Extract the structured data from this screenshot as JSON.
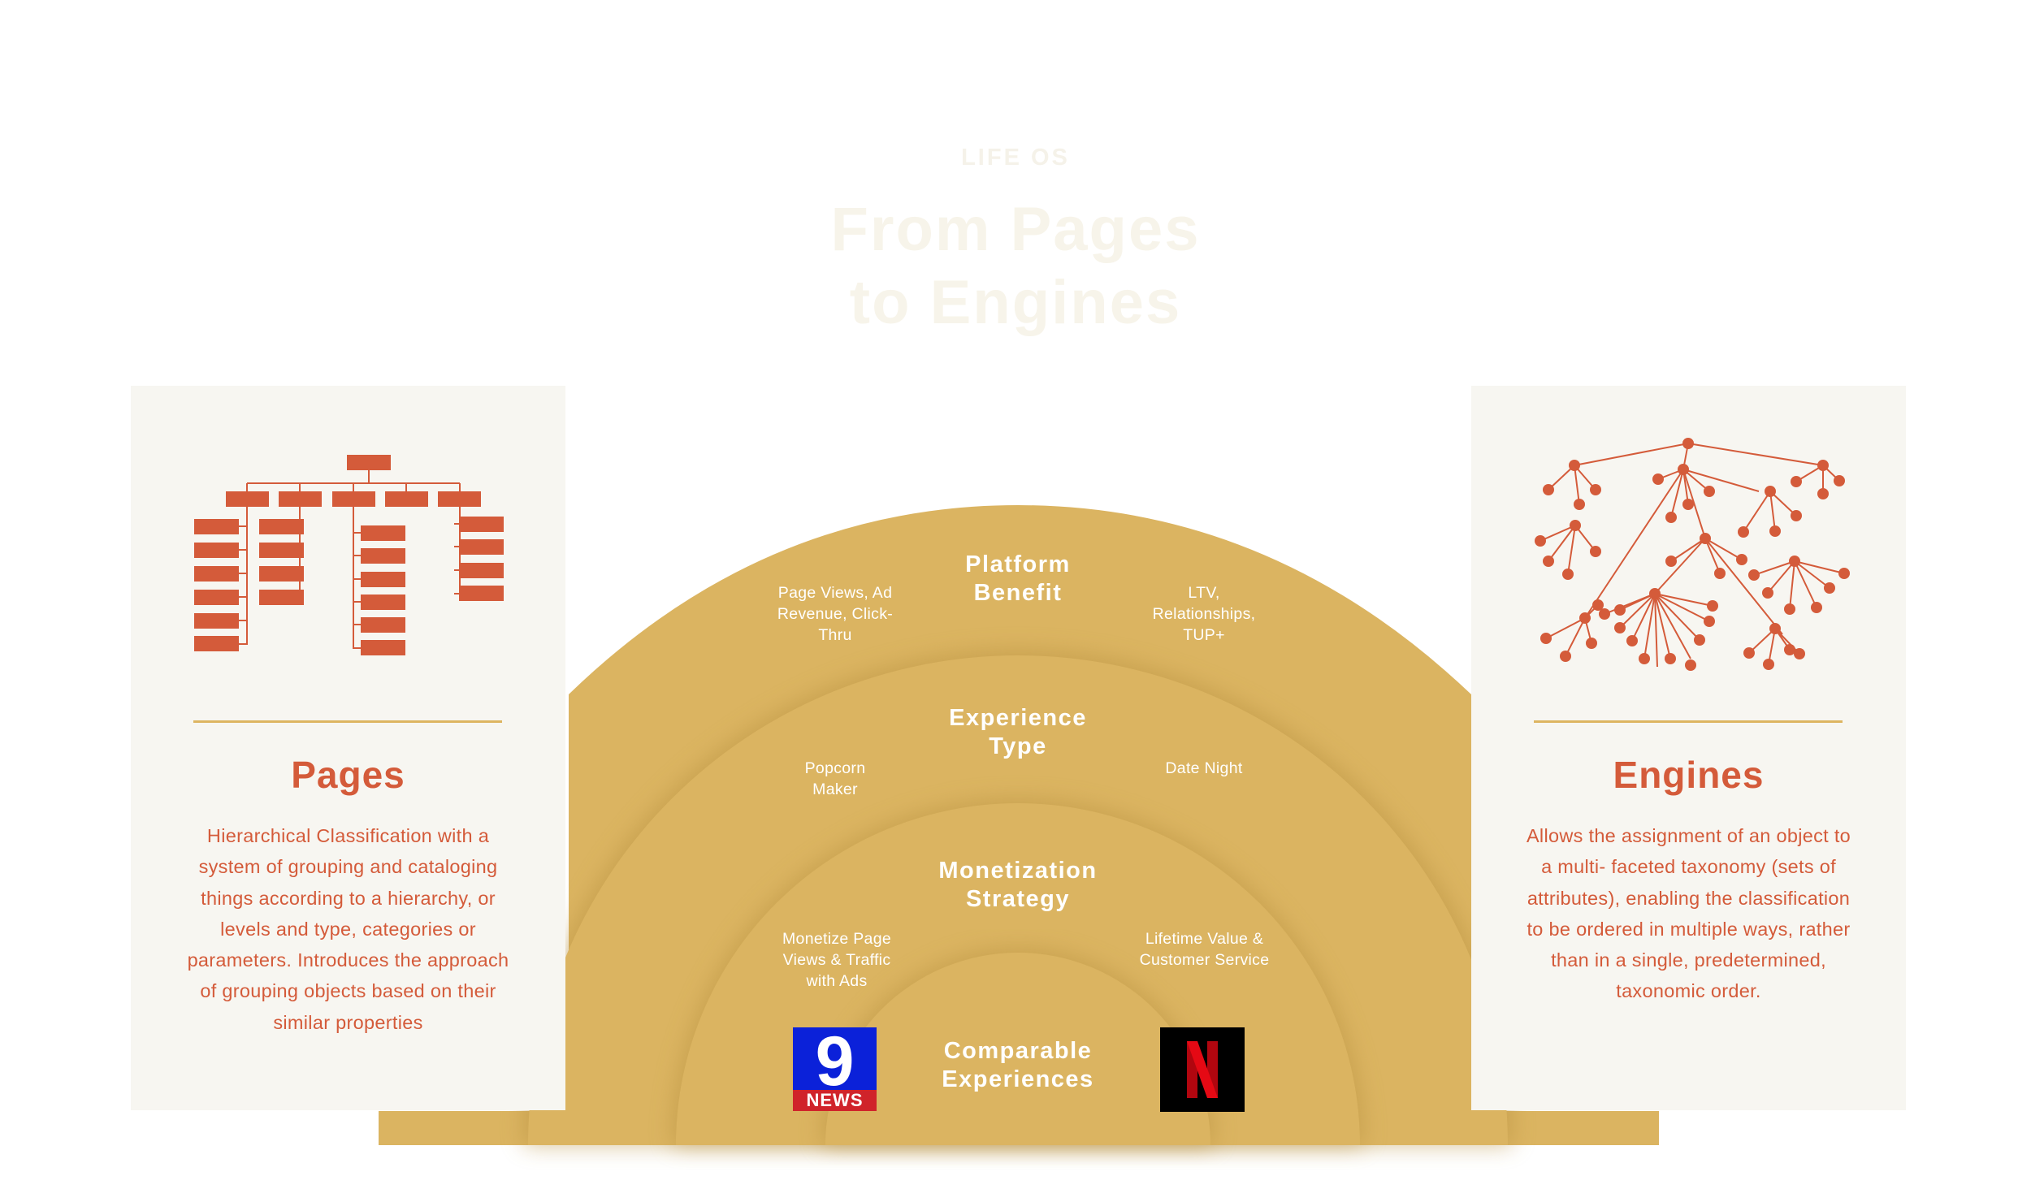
{
  "header": {
    "eyebrow": "LIFE OS",
    "title_line1": "From Pages",
    "title_line2": "to Engines"
  },
  "cards": {
    "pages": {
      "title": "Pages",
      "text": "Hierarchical Classification with a system of grouping and cataloging things according to a hierarchy, or levels and type, categories or parameters. Introduces the approach of grouping objects based on their similar properties",
      "icon": "hierarchy-icon"
    },
    "engines": {
      "title": "Engines",
      "text": "Allows the assignment of an object to a multi- faceted taxonomy (sets of attributes), enabling the classification to be ordered in multiple ways, rather than in a single, predetermined, taxonomic order.",
      "icon": "network-icon"
    }
  },
  "rings": {
    "platform": {
      "title": "Platform Benefit",
      "left": "Page Views, Ad Revenue, Click-Thru",
      "right": "LTV, Relationships, TUP+"
    },
    "experience": {
      "title": "Experience Type",
      "left": "Popcorn Maker",
      "right": "Date Night"
    },
    "monetization": {
      "title": "Monetization Strategy",
      "left": "Monetize Page Views & Traffic with Ads",
      "right": "Lifetime Value & Customer Service"
    },
    "comparable": {
      "title": "Comparable Experiences",
      "left_logo_number": "9",
      "left_logo_text": "NEWS",
      "right_logo_letter": "N"
    }
  },
  "colors": {
    "accent": "#d45b3a",
    "gold": "#dbb461",
    "card_bg": "#f7f6f1",
    "rule": "#ddb561"
  }
}
